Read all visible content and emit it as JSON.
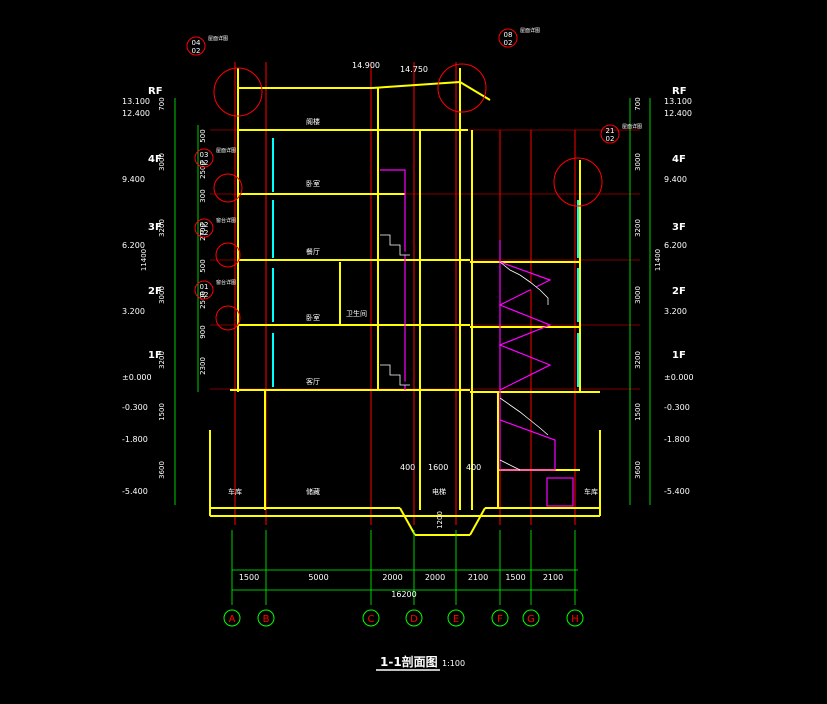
{
  "drawing": {
    "title": "1-1剖面图",
    "scale": "1:100"
  },
  "levels_left": [
    {
      "label": "13.100"
    },
    {
      "label": "12.400"
    },
    {
      "label": "9.400"
    },
    {
      "label": "6.200"
    },
    {
      "label": "3.200"
    },
    {
      "label": "±0.000"
    },
    {
      "label": "-0.300"
    },
    {
      "label": "-1.800"
    },
    {
      "label": "-5.400"
    }
  ],
  "levels_right": [
    {
      "label": "13.100"
    },
    {
      "label": "12.400"
    },
    {
      "label": "9.400"
    },
    {
      "label": "6.200"
    },
    {
      "label": "3.200"
    },
    {
      "label": "±0.000"
    },
    {
      "label": "-0.300"
    },
    {
      "label": "-1.800"
    },
    {
      "label": "-5.400"
    }
  ],
  "floor_tags": [
    "RF",
    "4F",
    "3F",
    "2F",
    "1F"
  ],
  "vertical_dims_left": [
    "700",
    "3000",
    "3200",
    "3000",
    "3200",
    "1500",
    "3600"
  ],
  "vertical_dims_inner": [
    "500",
    "2500",
    "300",
    "2700",
    "500",
    "2500",
    "900",
    "2300"
  ],
  "vertical_total": "11400",
  "top_elevations": [
    "14.900",
    "14.750"
  ],
  "room_labels": [
    "阁楼",
    "卧室",
    "餐厅",
    "卧室",
    "卫生间",
    "客厅",
    "车库",
    "储藏",
    "电梯",
    "车库"
  ],
  "detail_refs": [
    {
      "top": "04",
      "bottom": "02",
      "note": "屋面详图"
    },
    {
      "top": "08",
      "bottom": "02",
      "note": "屋面详图"
    },
    {
      "top": "21",
      "bottom": "02",
      "note": "屋面详图"
    },
    {
      "top": "03",
      "bottom": "02",
      "note": "屋面详图"
    },
    {
      "top": "02",
      "bottom": "02",
      "note": "窗台详图"
    },
    {
      "top": "01",
      "bottom": "02",
      "note": "窗台详图"
    }
  ],
  "small_dims": [
    "400",
    "1600",
    "400",
    "1200"
  ],
  "bottom_dims": [
    "1500",
    "5000",
    "2000",
    "2000",
    "2100",
    "1500",
    "2100"
  ],
  "bottom_total": "16200",
  "axes": [
    "A",
    "B",
    "C",
    "D",
    "E",
    "F",
    "G",
    "H"
  ],
  "colors": {
    "background": "#000000",
    "dims": "#00ff00",
    "walls": "#ffff00",
    "axis": "#ff0000",
    "stairs": "#ff00ff",
    "glass": "#00ffff",
    "text": "#ffffff"
  }
}
